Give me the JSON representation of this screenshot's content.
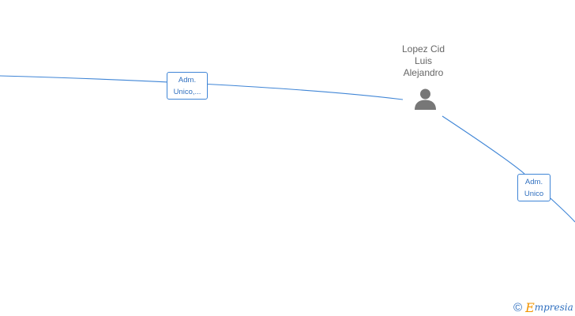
{
  "colors": {
    "link": "#3f85d6",
    "person_icon": "#777777",
    "brand_orange": "#f29400",
    "brand_blue": "#2f6fbf"
  },
  "person": {
    "name_lines": [
      "Lopez Cid",
      "Luis",
      "Alejandro"
    ],
    "icon": "person-silhouette-icon"
  },
  "roles": [
    {
      "lines": [
        "Adm.",
        "Unico,..."
      ]
    },
    {
      "lines": [
        "Adm.",
        "Unico"
      ]
    }
  ],
  "footer": {
    "copyright_symbol": "©",
    "brand_first_letter": "E",
    "brand_rest": "mpresia"
  }
}
